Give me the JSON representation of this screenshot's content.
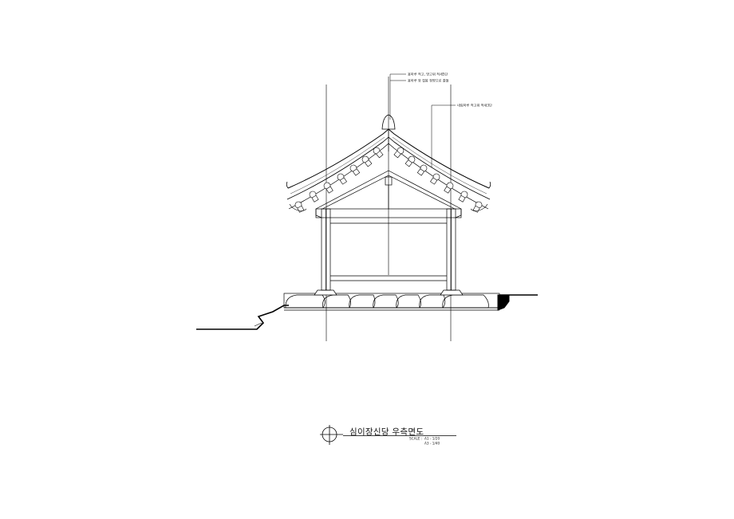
{
  "drawing": {
    "title": "심이장신당 우측면도",
    "scale": {
      "label": "SCALE",
      "line1": "A1 - 1/20",
      "line2": "A3 - 1/40"
    },
    "annotations": [
      "용마루 적고, 망고위 적새5단",
      "용마루 와  접봉 정량으로 줄돌",
      "내림마루 적고위 적새3단"
    ]
  },
  "colors": {
    "line": "#000000",
    "background": "#ffffff"
  }
}
